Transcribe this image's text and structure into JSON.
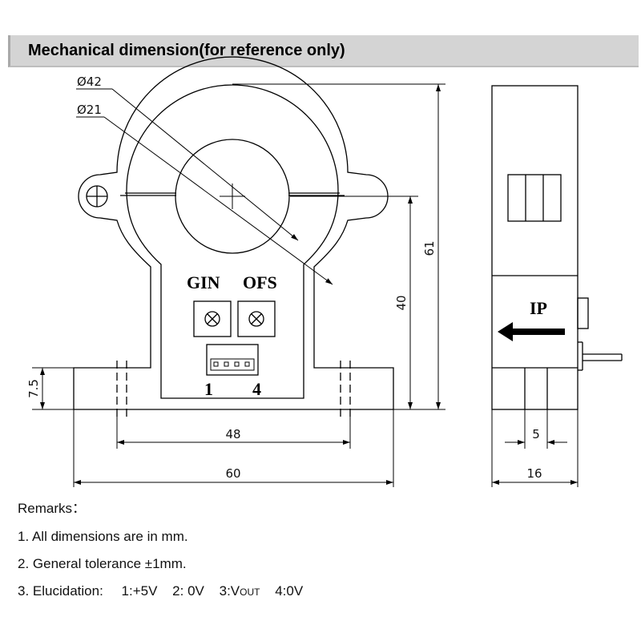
{
  "header": {
    "title": "Mechanical dimension(for reference only)"
  },
  "front_view": {
    "outer_diameter": "Ø42",
    "inner_diameter": "Ø21",
    "pot_labels": [
      "GIN",
      "OFS"
    ],
    "pin_labels": [
      "1",
      "4"
    ],
    "dim_flange_height": "7.5",
    "dim_hole_spacing": "48",
    "dim_total_width": "60",
    "dim_center_height": "40",
    "dim_total_height": "61"
  },
  "side_view": {
    "current_label": "IP",
    "dim_pin_offset": "5",
    "dim_depth": "16"
  },
  "remarks": {
    "title": "Remarks：",
    "items": [
      "1. All dimensions are in mm.",
      "2. General tolerance  ±1mm."
    ],
    "elucidation": {
      "prefix": "3. Elucidation:",
      "pin1": "1:+5V",
      "pin2": "2: 0V",
      "pin3_prefix": "3:V",
      "pin3_sub": "OUT",
      "pin4": "4:0V"
    }
  }
}
